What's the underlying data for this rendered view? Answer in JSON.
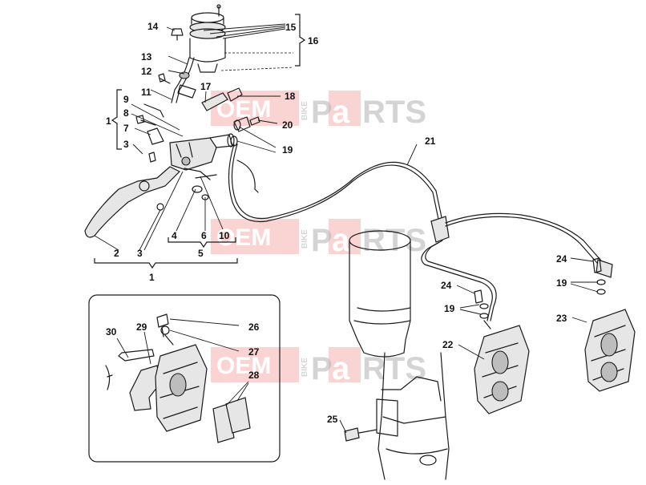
{
  "watermark": {
    "w1": "OEM",
    "w2": "BIKE",
    "w3": "P",
    "w4": "a",
    "w5": "RTS"
  },
  "callouts": {
    "c1a": "1",
    "c1b": "1",
    "c2": "2",
    "c3a": "3",
    "c3b": "3",
    "c4": "4",
    "c5": "5",
    "c6": "6",
    "c7": "7",
    "c8": "8",
    "c9": "9",
    "c10": "10",
    "c11": "11",
    "c12": "12",
    "c13": "13",
    "c14": "14",
    "c15": "15",
    "c16": "16",
    "c17": "17",
    "c18": "18",
    "c19a": "19",
    "c19b": "19",
    "c19c": "19",
    "c20": "20",
    "c21": "21",
    "c22": "22",
    "c23": "23",
    "c24a": "24",
    "c24b": "24",
    "c25": "25",
    "c26": "26",
    "c27": "27",
    "c28": "28",
    "c29": "29",
    "c30": "30"
  }
}
